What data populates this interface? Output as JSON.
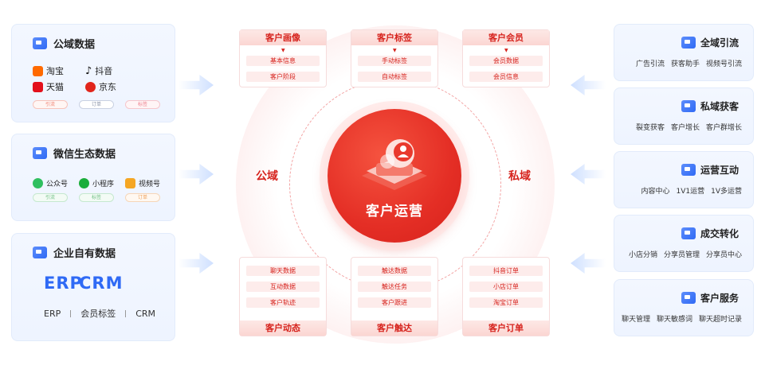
{
  "left": {
    "public": {
      "title": "公域数据",
      "brands": [
        {
          "name": "淘宝",
          "color": "#ff6a00"
        },
        {
          "name": "抖音",
          "color": "#111111"
        },
        {
          "name": "天猫",
          "color": "#e3101b"
        },
        {
          "name": "京东",
          "color": "#e1251b"
        }
      ],
      "tags": [
        "引流",
        "订单",
        "标签"
      ]
    },
    "wechat": {
      "title": "微信生态数据",
      "items": [
        {
          "name": "公众号",
          "color": "#2fbf5f"
        },
        {
          "name": "小程序",
          "color": "#1aad3a"
        },
        {
          "name": "视频号",
          "color": "#f5a623"
        }
      ],
      "tags": [
        "引流",
        "标签",
        "订单"
      ]
    },
    "enterprise": {
      "title": "企业自有数据",
      "erp_logo": "ERP",
      "crm_logo": "CRM",
      "items": [
        "ERP",
        "会员标签",
        "CRM"
      ]
    }
  },
  "center": {
    "core_title": "客户运营",
    "left_word": "公域",
    "right_word": "私域",
    "top_boxes": [
      {
        "title": "客户画像",
        "items": [
          "基本信息",
          "客户阶段"
        ]
      },
      {
        "title": "客户标签",
        "items": [
          "手动标签",
          "自动标签"
        ]
      },
      {
        "title": "客户会员",
        "items": [
          "会员数据",
          "会员信息"
        ]
      }
    ],
    "bottom_boxes": [
      {
        "title": "客户动态",
        "items": [
          "聊天数据",
          "互动数据",
          "客户轨迹"
        ]
      },
      {
        "title": "客户触达",
        "items": [
          "触达数据",
          "触达任务",
          "客户跟进"
        ]
      },
      {
        "title": "客户订单",
        "items": [
          "抖音订单",
          "小店订单",
          "淘宝订单"
        ]
      }
    ]
  },
  "right": [
    {
      "title": "全域引流",
      "subs": [
        "广告引流",
        "获客助手",
        "视频号引流"
      ]
    },
    {
      "title": "私域获客",
      "subs": [
        "裂变获客",
        "客户增长",
        "客户群增长"
      ]
    },
    {
      "title": "运营互动",
      "subs": [
        "内容中心",
        "1V1运营",
        "1V多运营"
      ]
    },
    {
      "title": "成交转化",
      "subs": [
        "小店分销",
        "分享员管理",
        "分享员中心"
      ]
    },
    {
      "title": "客户服务",
      "subs": [
        "聊天管理",
        "聊天敏感词",
        "聊天超时记录"
      ]
    }
  ],
  "colors": {
    "accent_red": "#d6221c",
    "accent_blue": "#2f6af5"
  }
}
